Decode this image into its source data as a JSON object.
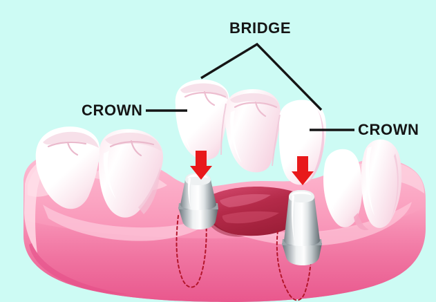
{
  "illustration": {
    "title": "Dental Bridge on Implant Abutments",
    "subject": "dental-bridge-implant-diagram",
    "background_color": "#cdfbf4"
  },
  "labels": {
    "bridge": "BRIDGE",
    "crown_left": "CROWN",
    "crown_right": "CROWN"
  },
  "colors": {
    "background": "#cdfbf4",
    "gum_light": "#fba8c4",
    "gum_mid": "#f783ac",
    "gum_deep": "#ef6a99",
    "gum_shadow": "#e8538a",
    "gum_highlight": "#fdc3d8",
    "socket_dark": "#a8233f",
    "socket_mid": "#c7365a",
    "tooth_white": "#ffffff",
    "tooth_shade": "#fbe5ec",
    "tooth_pinkish": "#f9cfdd",
    "metal_light": "#f2f4f5",
    "metal_mid": "#b9c0c4",
    "metal_dark": "#6d7679",
    "arrow_red": "#e8191b",
    "leader_black": "#151515",
    "root_dash_red": "#b3152a"
  },
  "parts": {
    "bridge_units": 3,
    "abutments": 2,
    "arrows": 2,
    "left_molars": 2,
    "right_incisors": 2
  },
  "leaders": {
    "bridge_apex": "372,64",
    "bridge_left_end": "291,113",
    "bridge_right_end": "465,159",
    "crown_left": "211,160 to 271,160",
    "crown_right": "448,188 to 513,188"
  }
}
